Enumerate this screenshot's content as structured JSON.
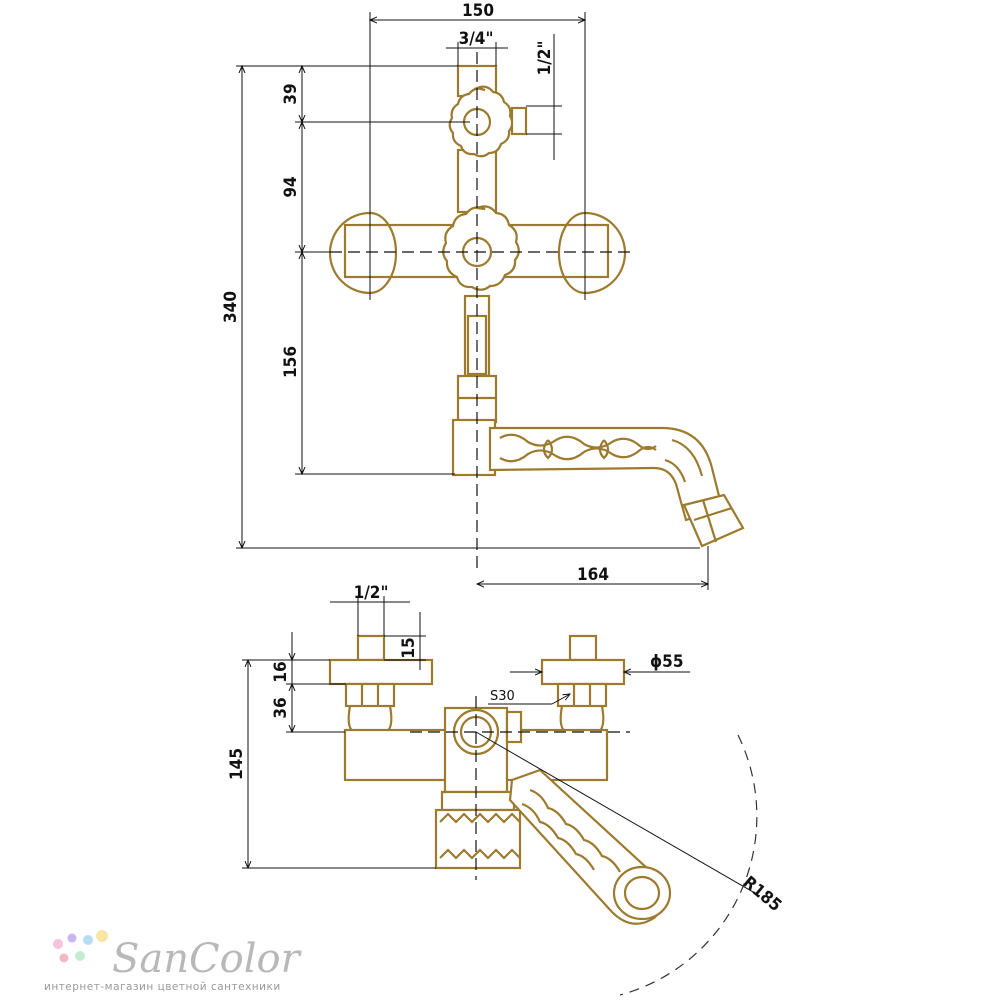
{
  "front_view": {
    "width_label": "150",
    "inlet_label": "3/4\"",
    "outlet_label": "1/2\"",
    "dim_top_label": "39",
    "dim_mid_label": "94",
    "dim_bottom_label": "156",
    "height_label": "340",
    "spout_reach_label": "164"
  },
  "top_view": {
    "connector_label": "1/2\"",
    "thread_label": "15",
    "nut_height_label": "16",
    "body_offset_label": "36",
    "depth_label": "145",
    "diameter_label": "ϕ55",
    "wrench_label": "S30",
    "radius_label": "R185"
  },
  "logo": {
    "name": "SanColor",
    "subtitle": "интернет-магазин цветной сантехники",
    "dot_colors": [
      "#f6c2dc",
      "#c9b6f0",
      "#b9dcf5",
      "#f7e6a6",
      "#f3b8c8",
      "#c6ecd0"
    ]
  }
}
